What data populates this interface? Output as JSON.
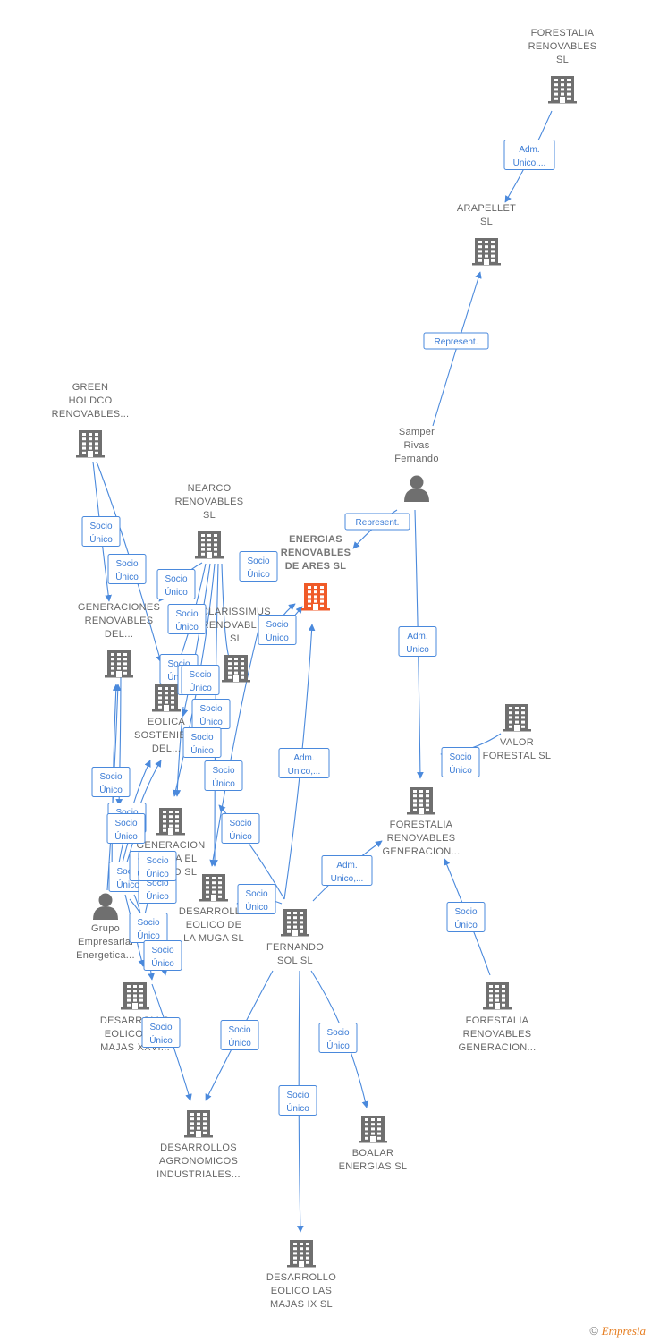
{
  "colors": {
    "edge": "#4a89dc",
    "node": "#6f6f6f",
    "focus": "#f05a28"
  },
  "footer": {
    "copyright": "©",
    "brand": "Empresia"
  },
  "nodes": [
    {
      "id": "forestalia_sl",
      "type": "company",
      "label": [
        "FORESTALIA",
        "RENOVABLES",
        "SL"
      ]
    },
    {
      "id": "arapellet",
      "type": "company",
      "label": [
        "ARAPELLET",
        "SL"
      ]
    },
    {
      "id": "samper",
      "type": "person",
      "label": [
        "Samper",
        "Rivas",
        "Fernando"
      ]
    },
    {
      "id": "energias_ares",
      "type": "company",
      "focus": true,
      "label": [
        "ENERGIAS",
        "RENOVABLES",
        "DE ARES  SL"
      ]
    },
    {
      "id": "green_holdco",
      "type": "company",
      "label": [
        "GREEN",
        "HOLDCO",
        "RENOVABLES..."
      ]
    },
    {
      "id": "nearco",
      "type": "company",
      "label": [
        "NEARCO",
        "RENOVABLES",
        "SL"
      ]
    },
    {
      "id": "generaciones_del",
      "type": "company",
      "label": [
        "GENERACIONES",
        "RENOVABLES",
        "DEL..."
      ]
    },
    {
      "id": "clarissimus",
      "type": "company",
      "label": [
        "CLARISSIMUS",
        "RENOVABLES",
        "SL"
      ]
    },
    {
      "id": "eolica_sosten",
      "type": "company",
      "label": [
        "EOLICA",
        "SOSTENIBLE",
        "DEL..."
      ]
    },
    {
      "id": "generacion_eolica",
      "type": "company",
      "label": [
        "GENERACION",
        "EOLICA EL",
        "CERRO SL"
      ]
    },
    {
      "id": "desarrollo_muga",
      "type": "company",
      "label": [
        "DESARROLLO",
        "EOLICO DE",
        "LA MUGA SL"
      ]
    },
    {
      "id": "valor_forestal",
      "type": "company",
      "label": [
        "VALOR",
        "FORESTAL SL"
      ]
    },
    {
      "id": "forestalia_gen1",
      "type": "company",
      "label": [
        "FORESTALIA",
        "RENOVABLES",
        "GENERACION..."
      ]
    },
    {
      "id": "fernando_sol",
      "type": "company",
      "label": [
        "FERNANDO",
        "SOL SL"
      ]
    },
    {
      "id": "grupo_emp",
      "type": "person",
      "label": [
        "Grupo",
        "Empresarial",
        "Energetica..."
      ]
    },
    {
      "id": "desarrollo_majas_xxvi",
      "type": "company",
      "label": [
        "DESARROLLO",
        "EOLICO LAS",
        "MAJAS XXVI..."
      ]
    },
    {
      "id": "forestalia_gen2",
      "type": "company",
      "label": [
        "FORESTALIA",
        "RENOVABLES",
        "GENERACION..."
      ]
    },
    {
      "id": "desarrollos_agro",
      "type": "company",
      "label": [
        "DESARROLLOS",
        "AGRONOMICOS",
        "INDUSTRIALES..."
      ]
    },
    {
      "id": "boalar",
      "type": "company",
      "label": [
        "BOALAR",
        "ENERGIAS  SL"
      ]
    },
    {
      "id": "desarrollo_majas_ix",
      "type": "company",
      "label": [
        "DESARROLLO",
        "EOLICO LAS",
        "MAJAS IX  SL"
      ]
    }
  ],
  "edge_labels": [
    [
      "Adm.",
      "Unico,..."
    ],
    [
      "Represent."
    ],
    [
      "Represent."
    ],
    [
      "Adm.",
      "Unico"
    ],
    [
      "Socio",
      "Único"
    ],
    [
      "Socio",
      "Único"
    ],
    [
      "Socio",
      "Único"
    ],
    [
      "Socio",
      "Único"
    ],
    [
      "Socio",
      "Único"
    ],
    [
      "Socio",
      "Único"
    ],
    [
      "Socio",
      "Único"
    ],
    [
      "Socio",
      "Único"
    ],
    [
      "Socio",
      "Único"
    ],
    [
      "Socio",
      "Único"
    ],
    [
      "Socio",
      "Único"
    ],
    [
      "Socio",
      "Único"
    ],
    [
      "Socio",
      "Único"
    ],
    [
      "Socio",
      "Único"
    ],
    [
      "Socio",
      "Único"
    ],
    [
      "Socio",
      "Único"
    ],
    [
      "Socio",
      "Único"
    ],
    [
      "Socio",
      "Único"
    ],
    [
      "Socio",
      "Único"
    ],
    [
      "Socio",
      "Único"
    ],
    [
      "Socio",
      "Único"
    ],
    [
      "Socio",
      "Único"
    ],
    [
      "Socio",
      "Único"
    ],
    [
      "Socio",
      "Único"
    ],
    [
      "Socio",
      "Único"
    ],
    [
      "Adm.",
      "Unico,..."
    ],
    [
      "Adm.",
      "Unico,..."
    ],
    [
      "Socio",
      "Único"
    ],
    [
      "Socio",
      "Único"
    ],
    [
      "Socio",
      "Único"
    ],
    [
      "Socio",
      "Único"
    ],
    [
      "Socio",
      "Único"
    ]
  ]
}
